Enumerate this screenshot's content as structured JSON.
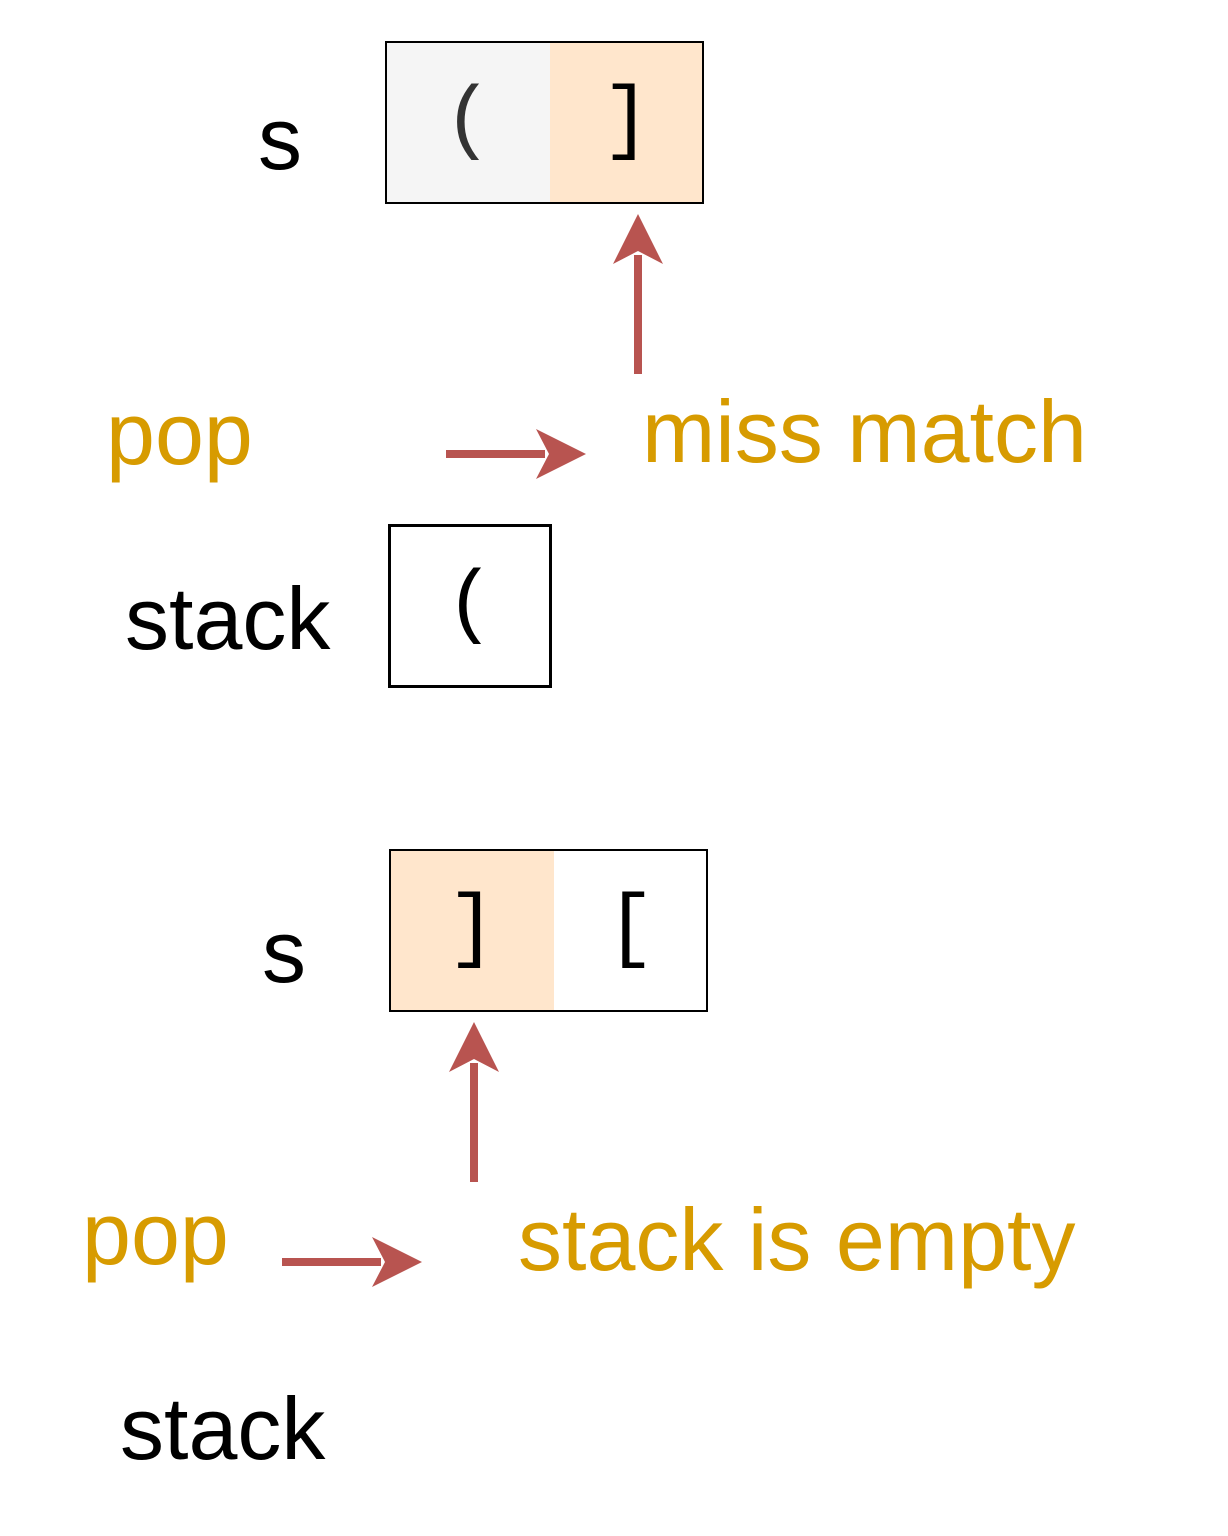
{
  "colors": {
    "arrow": "#b85450",
    "annotation_text": "#d79b00",
    "highlight_cell": "#ffe6cc",
    "normal_cell": "#f5f5f5",
    "label_text": "#000000"
  },
  "scenario1": {
    "s_label": "s",
    "s_cells": [
      "(",
      "]"
    ],
    "highlighted_index": 1,
    "pop_label": "pop",
    "result_label": "miss match",
    "stack_label": "stack",
    "stack_cells": [
      "("
    ]
  },
  "scenario2": {
    "s_label": "s",
    "s_cells": [
      "]",
      "["
    ],
    "highlighted_index": 0,
    "pop_label": "pop",
    "result_label": "stack is empty",
    "stack_label": "stack",
    "stack_cells": []
  }
}
